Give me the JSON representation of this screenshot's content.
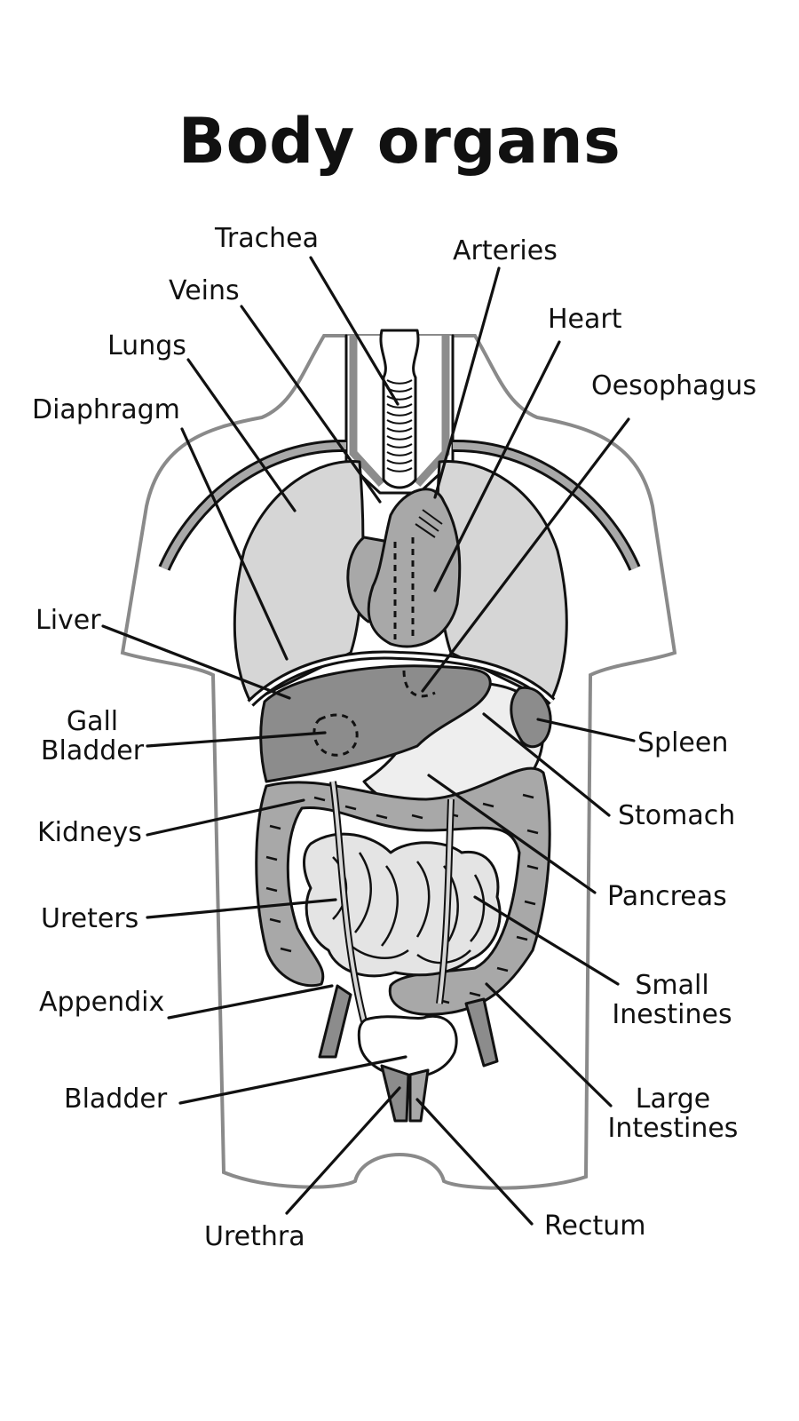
{
  "title": "Body organs",
  "labels": {
    "trachea": "Trachea",
    "arteries": "Arteries",
    "veins": "Veins",
    "heart": "Heart",
    "lungs": "Lungs",
    "oesophagus": "Oesophagus",
    "diaphragm": "Diaphragm",
    "liver": "Liver",
    "gall_bladder": [
      "Gall",
      "Bladder"
    ],
    "spleen": "Spleen",
    "stomach": "Stomach",
    "kidneys": "Kidneys",
    "pancreas": "Pancreas",
    "ureters": "Ureters",
    "small_intestines": [
      "Small",
      "Inestines"
    ],
    "appendix": "Appendix",
    "large_intestines": [
      "Large",
      "Intestines"
    ],
    "bladder": "Bladder",
    "urethra": "Urethra",
    "rectum": "Rectum"
  },
  "colors": {
    "outline": "#111111",
    "body_outline": "#8a8a8a",
    "light_fill": "#d6d6d6",
    "mid_fill": "#a8a8a8",
    "dark_fill": "#8c8c8c",
    "white": "#ffffff"
  }
}
